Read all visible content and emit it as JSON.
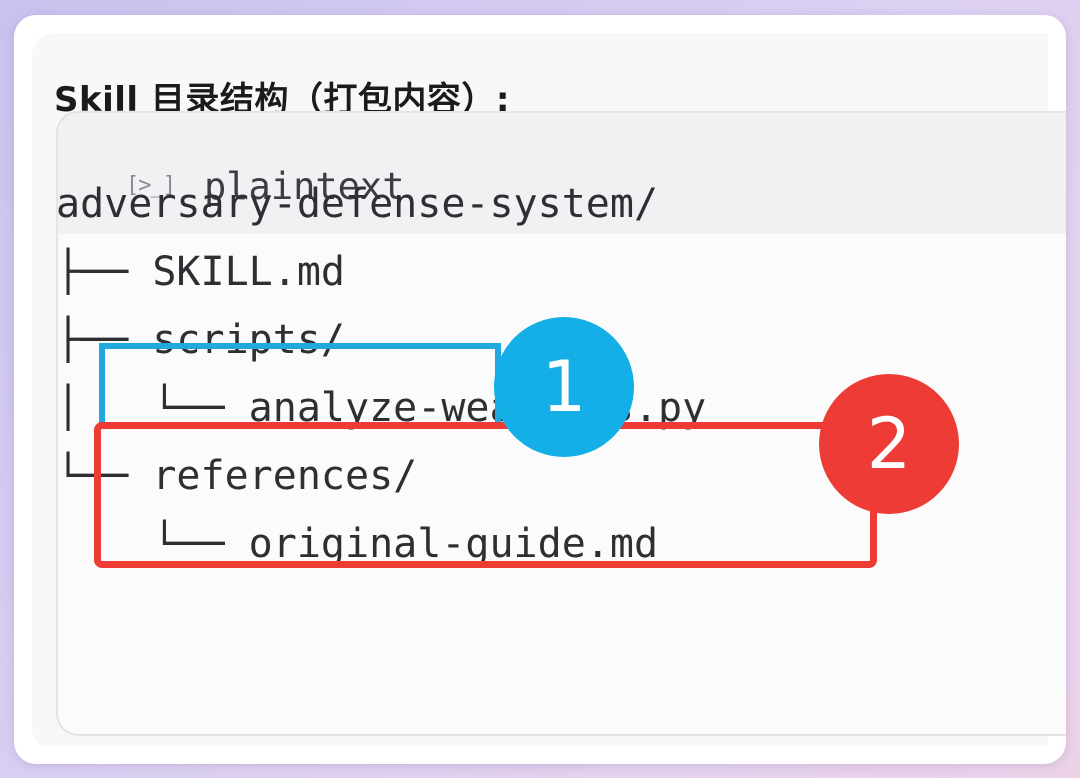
{
  "heading": "Skill 目录结构（打包内容）:",
  "code_block": {
    "language_icon": "[>_]",
    "language": "plaintext",
    "lines": [
      "adversary-defense-system/",
      "├── SKILL.md",
      "├── scripts/",
      "│   └── analyze-weakness.py",
      "└── references/",
      "    └── original-guide.md"
    ]
  },
  "annotations": {
    "badge_1": "1",
    "badge_2": "2",
    "colors": {
      "blue": "#13afe6",
      "red": "#ef3b35"
    }
  }
}
